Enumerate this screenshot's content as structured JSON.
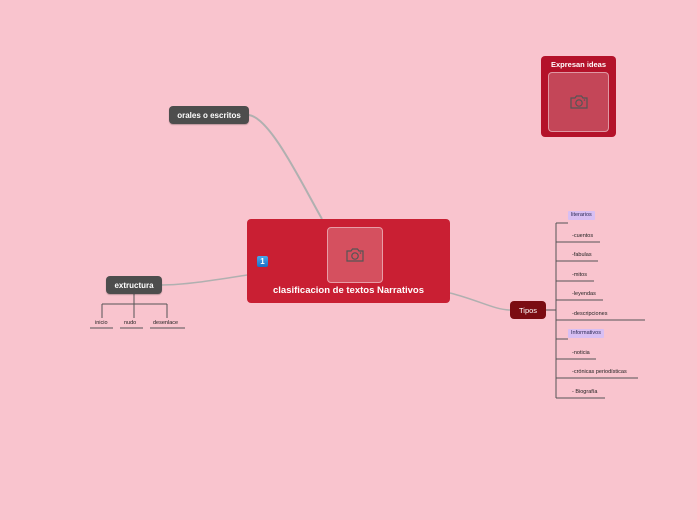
{
  "colors": {
    "background": "#f9c4ce",
    "main_topic": "#c91f33",
    "idea_topic": "#b4122a",
    "tipos_node": "#7b0c12",
    "subtopic": "#4d4d4d",
    "category_tag": "#d8bff3"
  },
  "main_topic": {
    "title": "clasificacion de textos Narrativos",
    "badge": "1",
    "image_icon": "camera-icon"
  },
  "floating_topic": {
    "title": "Expresan ideas",
    "image_icon": "camera-icon"
  },
  "subtopics": {
    "orales": "orales o escritos",
    "extructura": {
      "label": "extructura",
      "children": [
        "inicio",
        "nudo",
        "desenlace"
      ]
    },
    "tipos": {
      "label": "Tipos",
      "children": [
        {
          "text": "literarios",
          "kind": "tag"
        },
        {
          "text": "-cuentos",
          "kind": "item"
        },
        {
          "text": "-fabulas",
          "kind": "item"
        },
        {
          "text": "-mitos",
          "kind": "item"
        },
        {
          "text": "-leyendas",
          "kind": "item"
        },
        {
          "text": "-descripciones",
          "kind": "item"
        },
        {
          "text": "Informativos",
          "kind": "tag"
        },
        {
          "text": "-noticia",
          "kind": "item"
        },
        {
          "text": "-crónicas periodísticas",
          "kind": "item"
        },
        {
          "text": "- Biografía",
          "kind": "item"
        }
      ]
    }
  }
}
